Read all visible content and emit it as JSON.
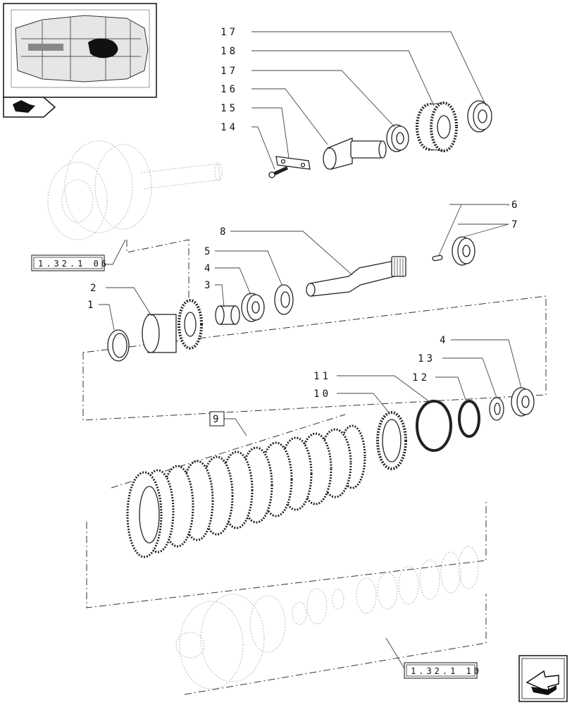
{
  "thumbnail": {
    "icon": "transmission-thumbnail"
  },
  "nav": {
    "prev_icon": "back-arrow-icon",
    "next_icon": "forward-arrow-icon"
  },
  "callouts": {
    "c17a": "17",
    "c18": "18",
    "c17b": "17",
    "c16": "16",
    "c15": "15",
    "c14": "14",
    "c6": "6",
    "c7": "7",
    "c8": "8",
    "c5": "5",
    "c4a": "4",
    "c3": "3",
    "c2": "2",
    "c1": "1",
    "c4b": "4",
    "c13": "13",
    "c11": "11",
    "c12": "12",
    "c10": "10",
    "c9": "9"
  },
  "refs": {
    "ref_top": "1.32.1 06",
    "ref_bottom": "1.32.1 10"
  },
  "colors": {
    "line": "#222222",
    "ghost": "#bbbbbb",
    "dark": "#111111"
  }
}
